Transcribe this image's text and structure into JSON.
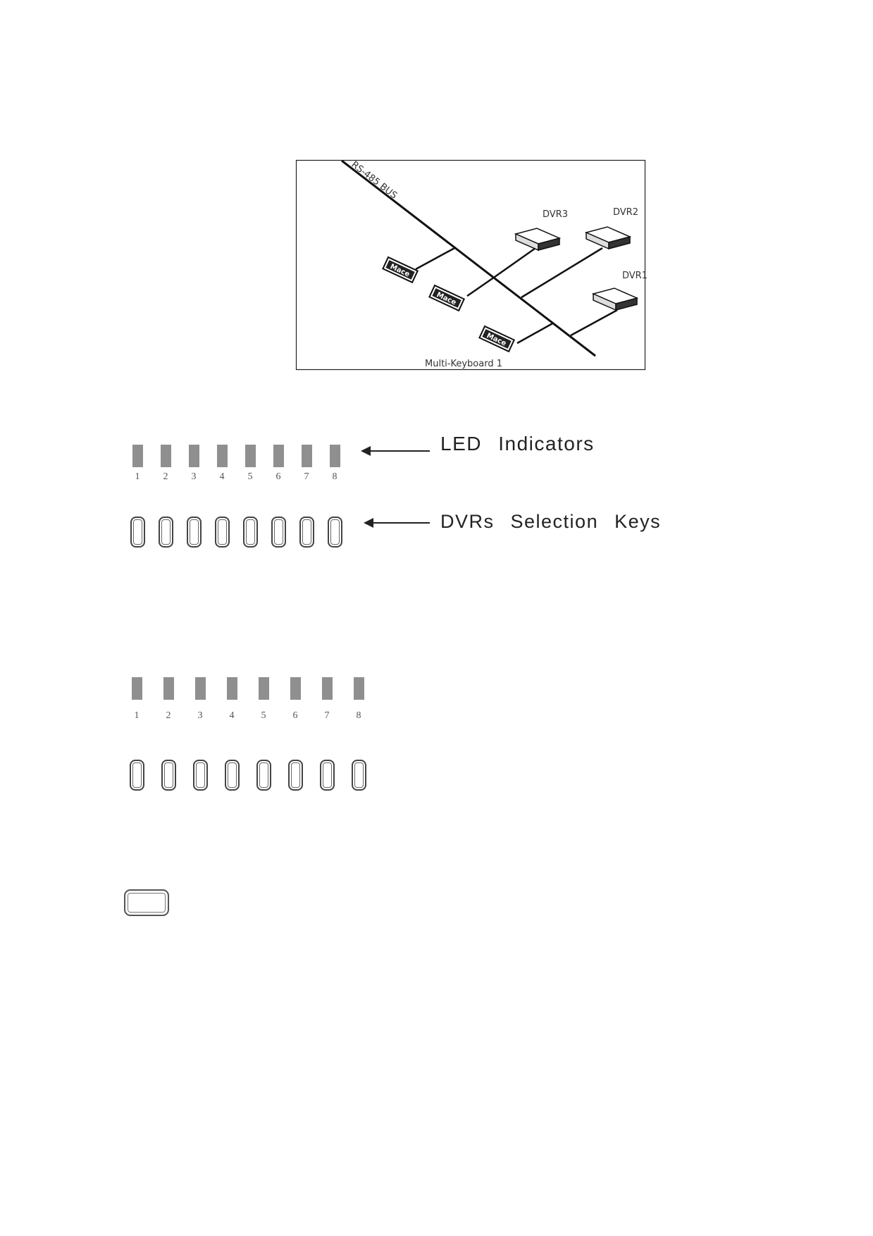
{
  "diagram": {
    "bus_label": "RS-485 BUS",
    "dvr_labels": [
      "DVR3",
      "DVR2",
      "DVR1"
    ],
    "caption": "Multi-Keyboard 1",
    "keyboard_brand": "Mace"
  },
  "panel_1": {
    "led_numbers": [
      "1",
      "2",
      "3",
      "4",
      "5",
      "6",
      "7",
      "8"
    ],
    "led_label": "LED  Indicators",
    "keys_label": "DVRs  Selection  Keys"
  },
  "panel_2": {
    "led_numbers": [
      "1",
      "2",
      "3",
      "4",
      "5",
      "6",
      "7",
      "8"
    ]
  },
  "colors": {
    "led": "#8f8f8f",
    "line": "#111111"
  }
}
